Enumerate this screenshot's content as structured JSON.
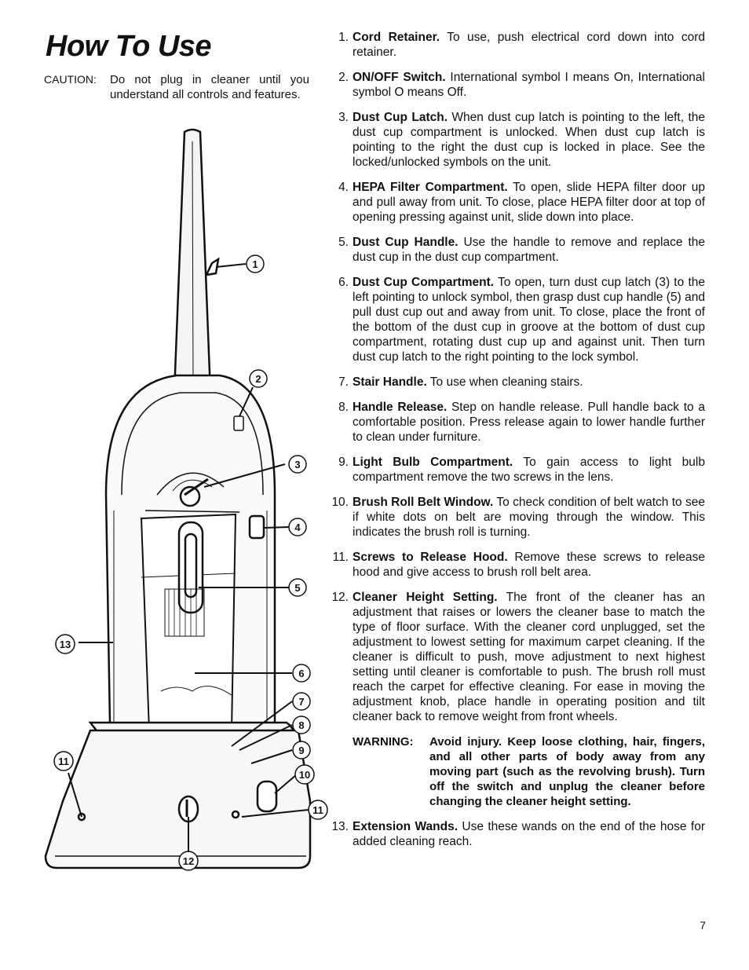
{
  "title": "How To Use",
  "caution": {
    "label": "CAUTION:",
    "text": "Do not plug in cleaner until you understand all controls and features."
  },
  "items": [
    {
      "num": "1.",
      "name": "Cord Retainer.",
      "text": " To use, push electrical cord down into cord retainer."
    },
    {
      "num": "2.",
      "name": "ON/OFF Switch.",
      "text": " International symbol I means On, International symbol O means Off."
    },
    {
      "num": "3.",
      "name": "Dust Cup Latch.",
      "text": " When dust cup latch is pointing to the left, the dust cup compartment is unlocked. When dust cup latch is pointing to the right the dust cup is locked in place. See the locked/unlocked symbols on the unit."
    },
    {
      "num": "4.",
      "name": "HEPA  Filter Compartment.",
      "text": " To open, slide HEPA filter door up and pull away from unit. To close, place HEPA filter door at top of opening pressing against unit, slide down into place."
    },
    {
      "num": "5.",
      "name": "Dust Cup Handle.",
      "text": " Use the handle to remove and replace the dust cup in the dust cup compartment."
    },
    {
      "num": "6.",
      "name": "Dust Cup Compartment.",
      "text": " To open, turn dust cup latch (3) to the left pointing to unlock symbol, then grasp dust cup handle (5) and pull dust cup out and away from unit. To close, place the front of the bottom of the dust cup in groove at the bottom of dust cup compartment, rotating dust cup up and against unit. Then turn dust cup latch to the right pointing to the lock symbol."
    },
    {
      "num": "7.",
      "name": "Stair Handle.",
      "text": " To use when cleaning stairs."
    },
    {
      "num": "8.",
      "name": "Handle Release.",
      "text": " Step on handle release. Pull handle back to a comfortable position. Press release again to lower handle further to clean under furniture."
    },
    {
      "num": "9.",
      "name": "Light Bulb Compartment.",
      "text": " To gain access to light bulb compartment remove the two screws in the lens."
    },
    {
      "num": "10.",
      "name": "Brush Roll Belt Window.",
      "text": " To check condition of belt watch to see if white dots on belt are moving through the window. This indicates the brush roll is turning."
    },
    {
      "num": "11.",
      "name": "Screws to Release Hood.",
      "text": " Remove these screws to release hood and give access to brush roll belt area."
    },
    {
      "num": "12.",
      "name": "Cleaner Height Setting.",
      "text": " The front of the cleaner has an adjustment that raises or lowers the cleaner base to match the type of floor surface. With the cleaner cord unplugged, set the adjustment to lowest setting for maximum carpet cleaning. If the cleaner is difficult to push, move adjustment to next highest setting until cleaner is comfortable to push. The brush roll must reach the carpet for effective cleaning. For ease in moving the adjustment knob, place handle in operating position and tilt cleaner back to remove weight from front wheels."
    }
  ],
  "warning": {
    "label": "WARNING:",
    "text": "Avoid injury. Keep loose clothing, hair, fingers, and all other parts of body away from any moving part (such as the revolving brush). Turn off the switch and unplug the cleaner before changing the cleaner height setting."
  },
  "last_item": {
    "num": "13.",
    "name": "Extension Wands.",
    "text": " Use these wands on the end of the hose for added cleaning reach."
  },
  "callouts": [
    "1",
    "2",
    "3",
    "4",
    "5",
    "6",
    "7",
    "8",
    "9",
    "10",
    "11",
    "11",
    "12",
    "13"
  ],
  "page_number": "7"
}
